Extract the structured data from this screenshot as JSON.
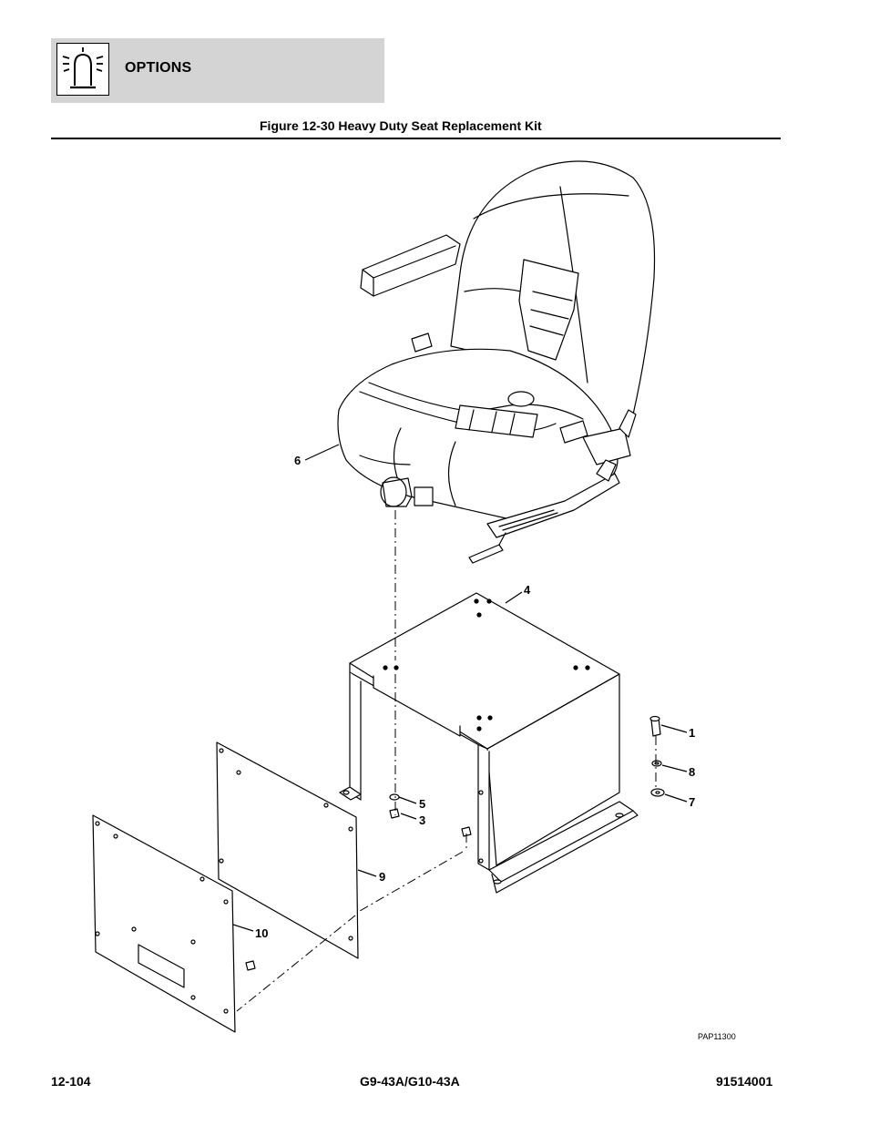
{
  "header": {
    "section_title": "OPTIONS",
    "icon": "beacon-light-icon"
  },
  "figure": {
    "title": "Figure 12-30 Heavy Duty Seat Replacement Kit",
    "drawing_id": "PAP11300",
    "callouts": [
      "1",
      "3",
      "4",
      "5",
      "6",
      "7",
      "8",
      "9",
      "10"
    ]
  },
  "footer": {
    "page_number": "12-104",
    "model": "G9-43A/G10-43A",
    "manual_number": "91514001"
  }
}
